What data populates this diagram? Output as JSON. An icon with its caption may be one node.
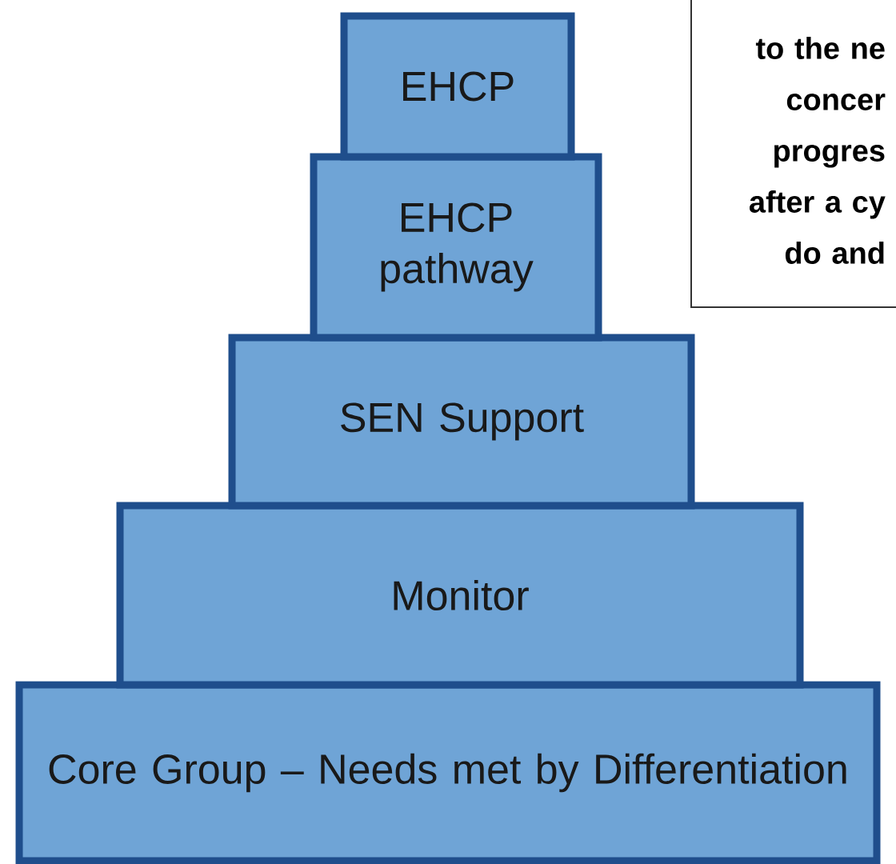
{
  "diagram": {
    "nodes": [
      {
        "text": [
          "EHCP"
        ]
      },
      {
        "text": [
          "EHCP pathway"
        ]
      },
      {
        "text": [
          "SEN Support"
        ]
      },
      {
        "text": [
          "Monitor"
        ]
      },
      {
        "text": [
          "Core Group – Needs met by Differentiation"
        ]
      },
      {
        "text": [
          "to the ne concer progres after a cy do and"
        ]
      }
    ]
  }
}
